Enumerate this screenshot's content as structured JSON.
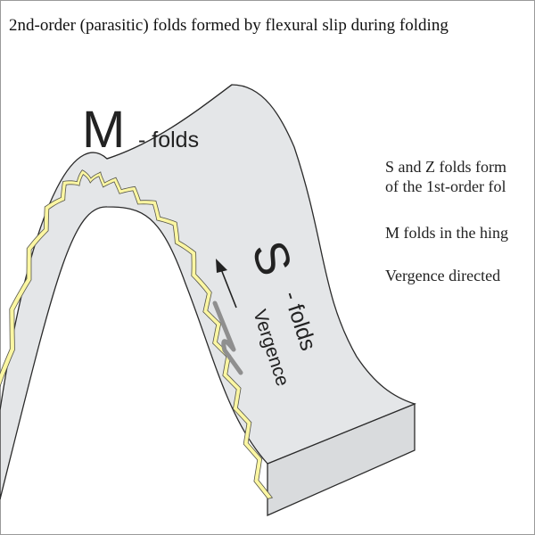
{
  "title": "2nd-order (parasitic) folds formed by flexural slip during folding",
  "labels": {
    "m_letter": "M",
    "m_suffix": "- folds",
    "s_letter": "S",
    "s_suffix": "- folds",
    "vergence": "Vergence"
  },
  "notes": [
    "S and Z folds form",
    "of the 1st-order fol",
    "M folds in the hing",
    "Vergence directed"
  ],
  "colors": {
    "fold_surface": "#e4e6e8",
    "front_face": "#d9dbdd",
    "outline": "#2b2b2b",
    "parasitic_layer": "#fbf6a2",
    "vergence_symbol": "#8f8f8f"
  },
  "icons": {
    "vergence_arrow": "arrow-up-left",
    "vergence_symbol": "s-fold-symbol"
  }
}
